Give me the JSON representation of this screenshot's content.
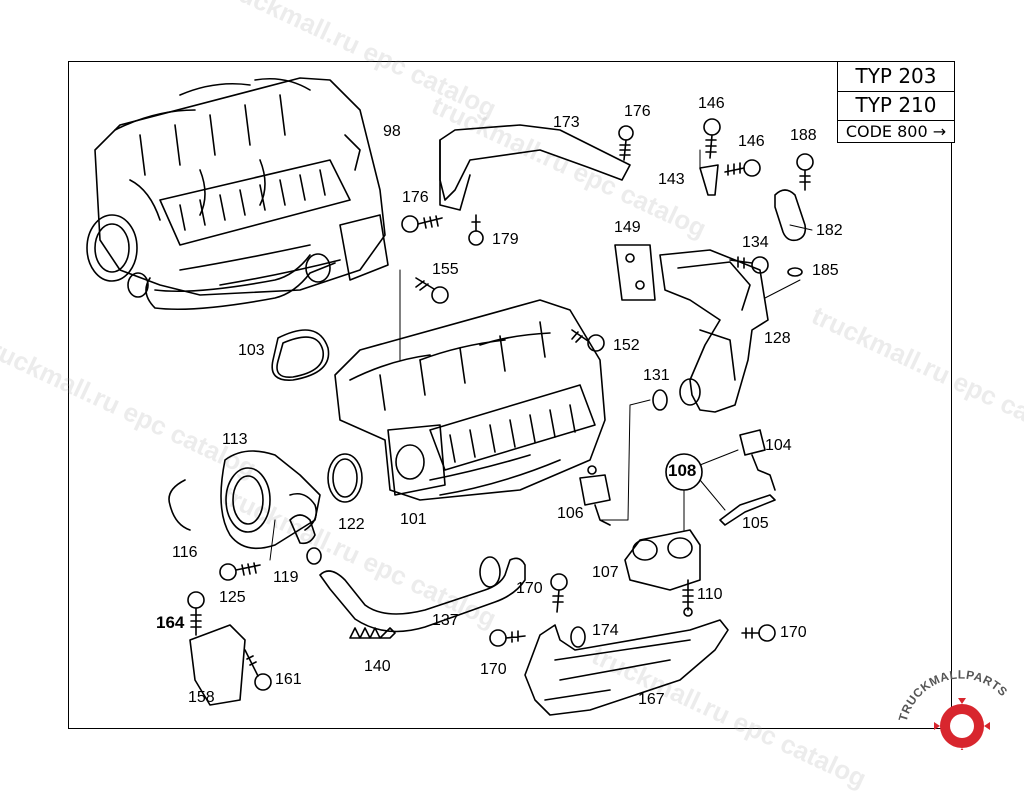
{
  "watermark": "truckmall.ru epc catalog",
  "type_box": {
    "line1": "TYP 203",
    "line2": "TYP 210",
    "line3": "CODE 800 →"
  },
  "logo": {
    "text": "TRUCKMALLPARTS",
    "color": "#d8262e"
  },
  "labels": {
    "l98": "98",
    "l173": "173",
    "l176a": "176",
    "l146a": "146",
    "l146b": "146",
    "l188": "188",
    "l143": "143",
    "l182": "182",
    "l176b": "176",
    "l179": "179",
    "l149": "149",
    "l134": "134",
    "l185": "185",
    "l155": "155",
    "l128": "128",
    "l103": "103",
    "l152": "152",
    "l131": "131",
    "l113": "113",
    "l104": "104",
    "l108": "108",
    "l116": "116",
    "l122": "122",
    "l101": "101",
    "l106": "106",
    "l105": "105",
    "l119": "119",
    "l107": "107",
    "l125": "125",
    "l170a": "170",
    "l110": "110",
    "l164": "164",
    "l137": "137",
    "l174": "174",
    "l170b": "170",
    "l140": "140",
    "l170c": "170",
    "l161": "161",
    "l158": "158",
    "l167": "167"
  }
}
